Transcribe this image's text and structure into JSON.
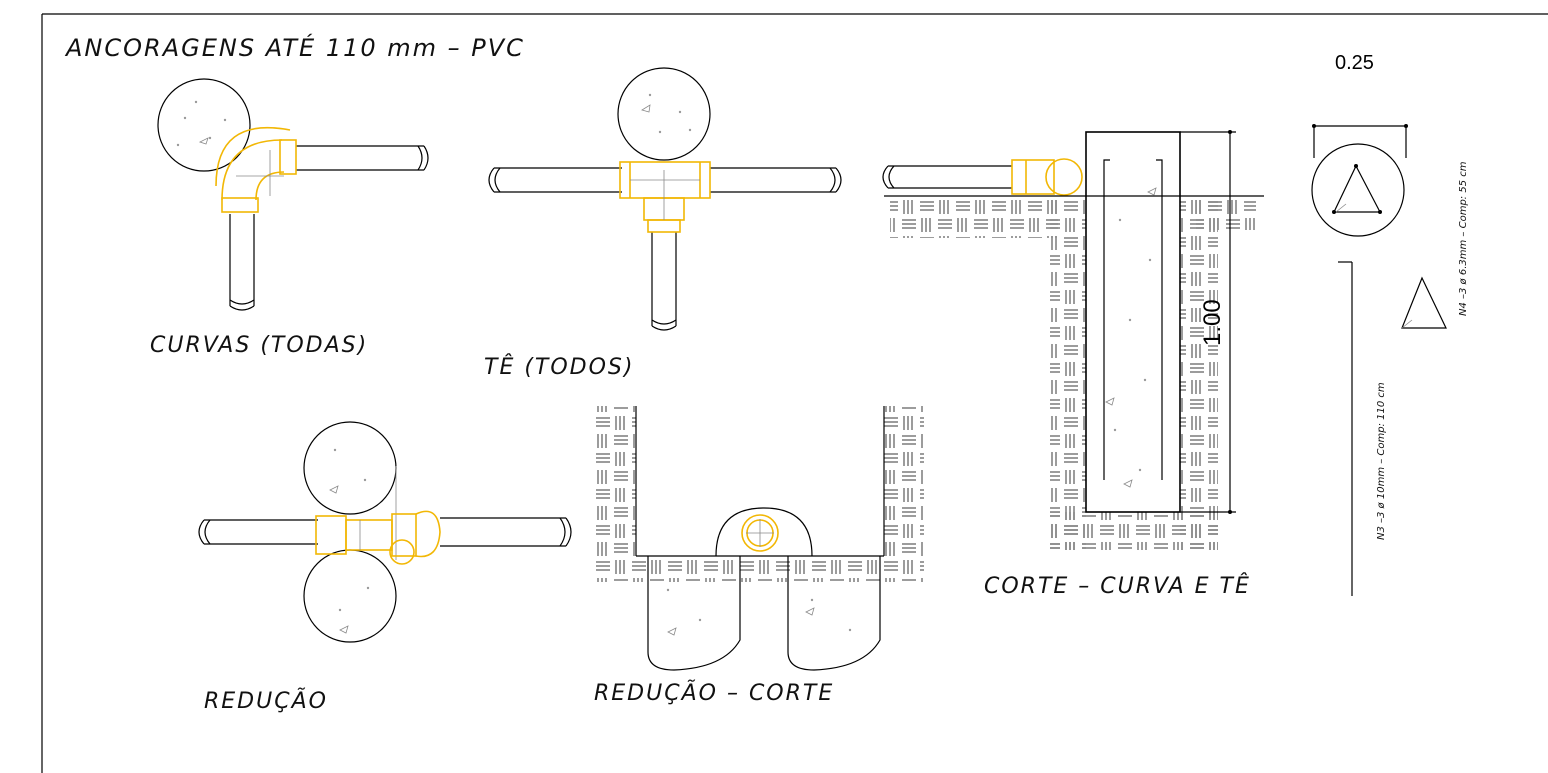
{
  "title": "ANCORAGENS ATÉ 110 mm – PVC",
  "scale_label": "0.25",
  "dimension_label": "1.00",
  "labels": {
    "curvas": "CURVAS (TODAS)",
    "te": "TÊ (TODOS)",
    "reducao": "REDUÇÃO",
    "reducao_corte": "REDUÇÃO – CORTE",
    "corte_curva_te": "CORTE – CURVA E TÊ"
  },
  "rebar": {
    "n4": "N4 –3 ø 6.3mm – Comp: 55 cm",
    "n3": "N3 –3 ø 10mm – Comp: 110 cm"
  },
  "colors": {
    "fitting": "#f2b705",
    "line": "#000000"
  }
}
